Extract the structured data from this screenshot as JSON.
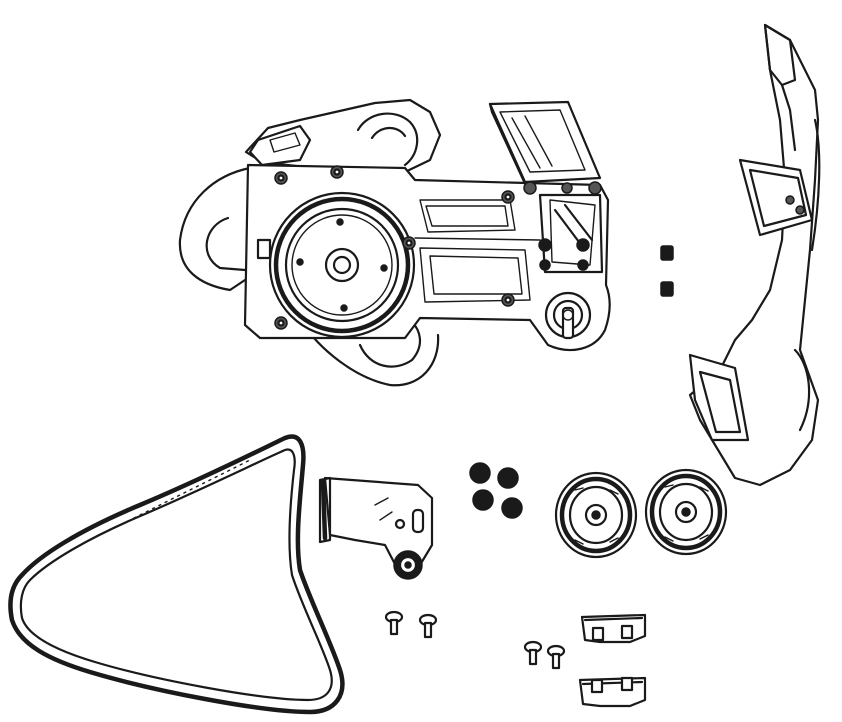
{
  "diagram": {
    "parts": [
      "main-housing-assembly",
      "side-cover-panel",
      "drive-belt",
      "idler-bracket",
      "rubber-bumpers",
      "pulley-left",
      "pulley-right",
      "set-screws",
      "mounting-screws",
      "belt-clamps"
    ]
  },
  "colors": {
    "line": "#1a1a1a",
    "background": "#ffffff"
  }
}
